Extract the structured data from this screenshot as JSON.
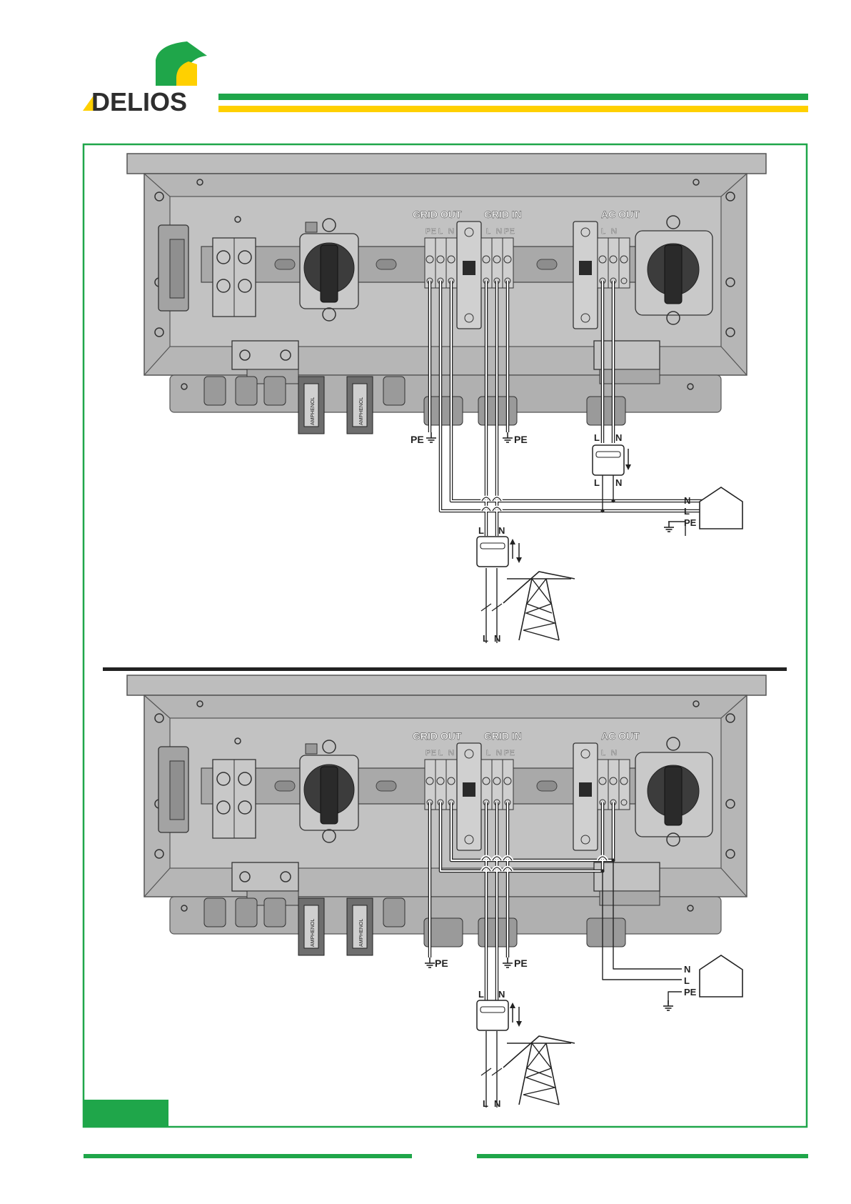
{
  "brand": {
    "name": "DELIOS",
    "colors": {
      "green": "#1fa64a",
      "yellow": "#ffd000",
      "dark": "#2e2e2e"
    }
  },
  "panels": [
    {
      "id": "top",
      "block_labels": {
        "grid_out": "GRID OUT",
        "grid_in": "GRID IN",
        "ac_out": "AC OUT"
      },
      "terminal_labels": {
        "grid_out": [
          "PE",
          "L",
          "N"
        ],
        "grid_in": [
          "L",
          "N",
          "PE"
        ],
        "ac_out": [
          "L",
          "N"
        ]
      },
      "pe_left": "PE",
      "pe_right": "PE",
      "meter_ac": {
        "top": [
          "L",
          "N"
        ],
        "bottom": [
          "L",
          "N"
        ]
      },
      "house_lines": [
        "N",
        "L",
        "PE"
      ],
      "meter_grid": {
        "top": [
          "L",
          "N"
        ]
      },
      "grid_bottom": [
        "L",
        "N"
      ],
      "connector_text": "AMPHENOL"
    },
    {
      "id": "bottom",
      "block_labels": {
        "grid_out": "GRID OUT",
        "grid_in": "GRID IN",
        "ac_out": "AC OUT"
      },
      "terminal_labels": {
        "grid_out": [
          "PE",
          "L",
          "N"
        ],
        "grid_in": [
          "L",
          "N",
          "PE"
        ],
        "ac_out": [
          "L",
          "N"
        ]
      },
      "pe_left": "PE",
      "pe_right": "PE",
      "house_lines": [
        "N",
        "L",
        "PE"
      ],
      "meter_grid": {
        "top": [
          "L",
          "N"
        ]
      },
      "grid_bottom": [
        "L",
        "N"
      ],
      "connector_text": "AMPHENOL"
    }
  ]
}
